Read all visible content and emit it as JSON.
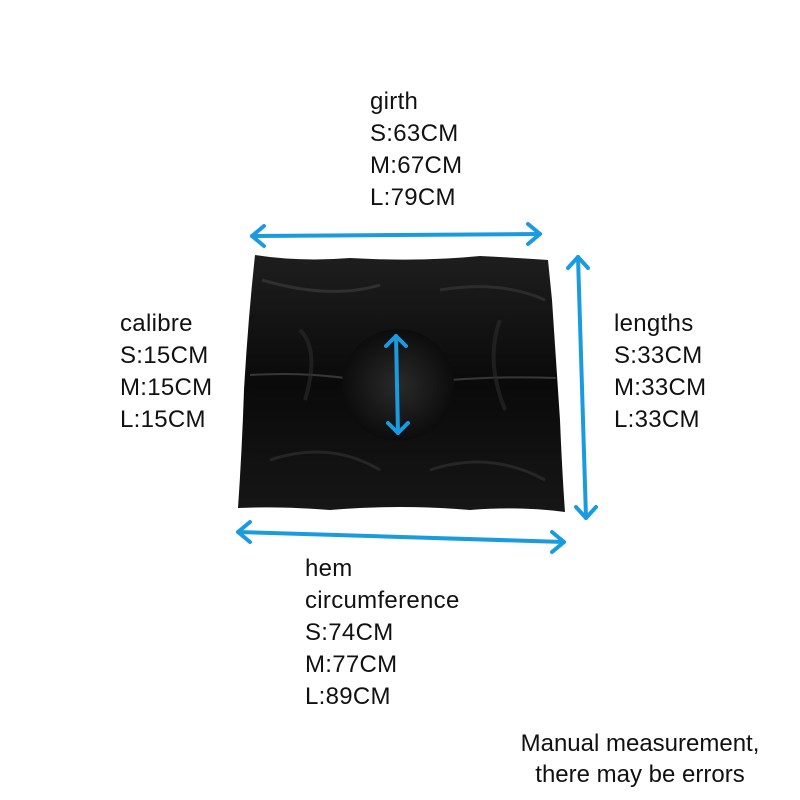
{
  "measurements": {
    "girth": {
      "title": "girth",
      "s": "S:63CM",
      "m": "M:67CM",
      "l": "L:79CM"
    },
    "calibre": {
      "title": "calibre",
      "s": "S:15CM",
      "m": "M:15CM",
      "l": "L:15CM"
    },
    "lengths": {
      "title": "lengths",
      "s": "S:33CM",
      "m": "M:33CM",
      "l": "L:33CM"
    },
    "hem": {
      "title1": "hem",
      "title2": "circumference",
      "s": "S:74CM",
      "m": "M:77CM",
      "l": "L:89CM"
    }
  },
  "note": {
    "line1": "Manual measurement,",
    "line2": "there may be errors"
  },
  "colors": {
    "arrow": "#1a9be0",
    "garment": "#0b0b0b",
    "text": "#111111",
    "background": "#ffffff"
  }
}
